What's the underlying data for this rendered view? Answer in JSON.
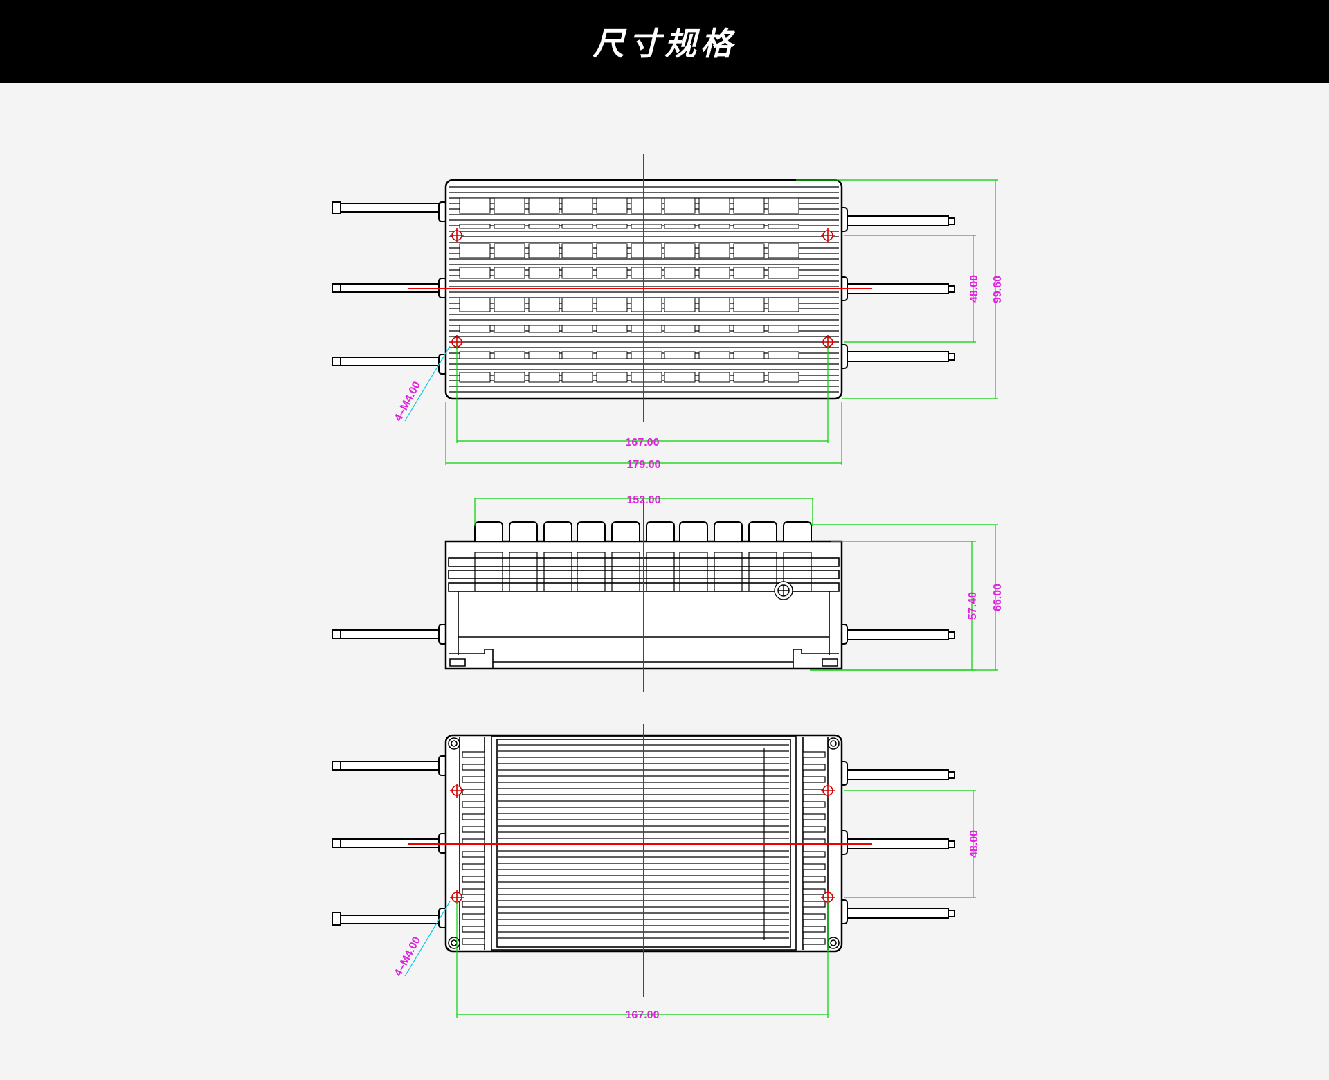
{
  "header": {
    "title": "尺寸规格"
  },
  "colors": {
    "background": "#f4f4f4",
    "header_bg": "#000000",
    "outline": "#000000",
    "centerline": "#e00000",
    "dimension_line": "#00e000",
    "leader_line": "#00c8e0",
    "dimension_text": "#e020e0"
  },
  "views": {
    "top": {
      "dims": {
        "hole_pitch_h": "167.00",
        "overall_length": "179.00",
        "hole_pitch_v": "48.00",
        "overall_width": "99.60",
        "holes": "4–M4.00"
      }
    },
    "side": {
      "dims": {
        "fin_span": "152.00",
        "body_height": "57.40",
        "overall_height": "66.00"
      }
    },
    "bottom": {
      "dims": {
        "hole_pitch_v": "48.00",
        "hole_pitch_h": "167.00",
        "holes": "4–M4.00"
      }
    }
  }
}
